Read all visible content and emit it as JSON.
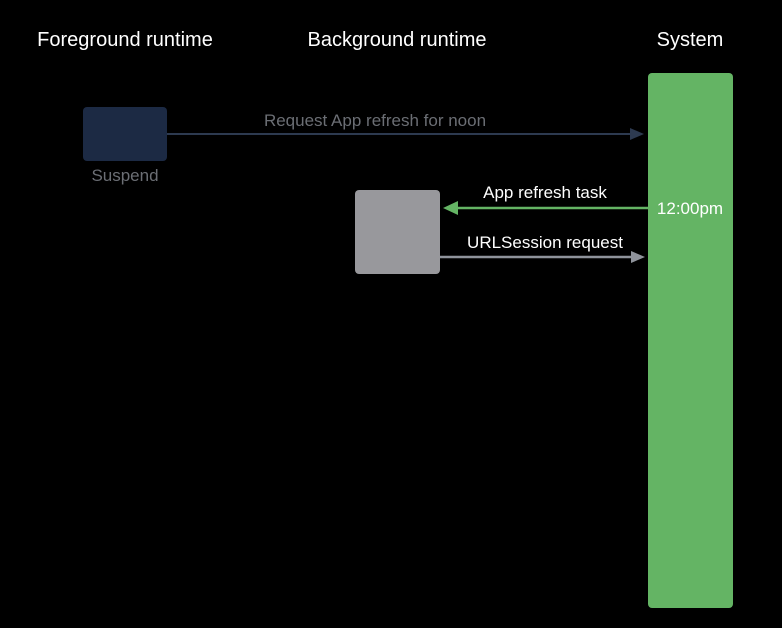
{
  "columns": {
    "foreground": "Foreground runtime",
    "background": "Background runtime",
    "system": "System"
  },
  "foreground_box": {
    "label": "Suspend"
  },
  "system": {
    "time_label": "12:00pm"
  },
  "messages": {
    "request_refresh": "Request App refresh for noon",
    "app_refresh_task": "App refresh task",
    "urlsession_request": "URLSession request"
  },
  "colors": {
    "background": "#000000",
    "foreground_box": "#1c2a44",
    "foreground_dim_text": "#6b6e74",
    "dim_arrow": "#2d3a50",
    "background_box": "#98989c",
    "system_bar": "#64b464",
    "green_arrow": "#64b464",
    "gray_arrow": "#8f939b"
  }
}
